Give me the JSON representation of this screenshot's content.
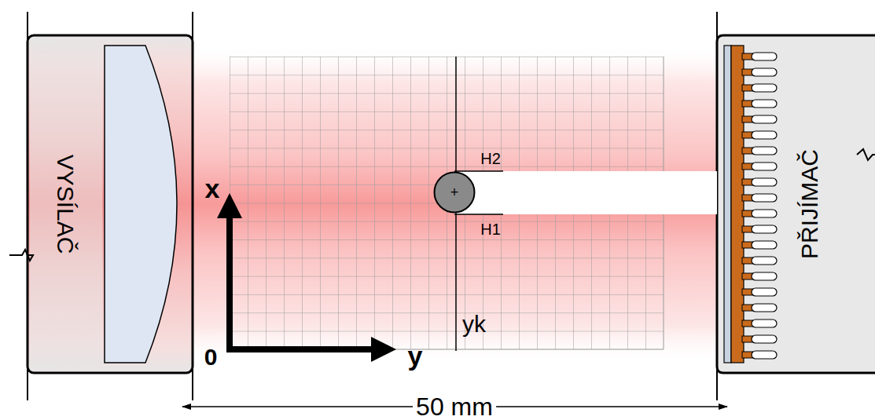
{
  "diagram": {
    "nodes": [
      {
        "text": [
          "VYSÍLAČ"
        ]
      },
      {
        "text": [
          "+"
        ]
      },
      {
        "text": [
          "PŘIJÍMAČ"
        ]
      }
    ],
    "labels": [
      "x",
      "0",
      "y",
      "H2",
      "H1",
      "yk",
      "50 mm"
    ]
  }
}
